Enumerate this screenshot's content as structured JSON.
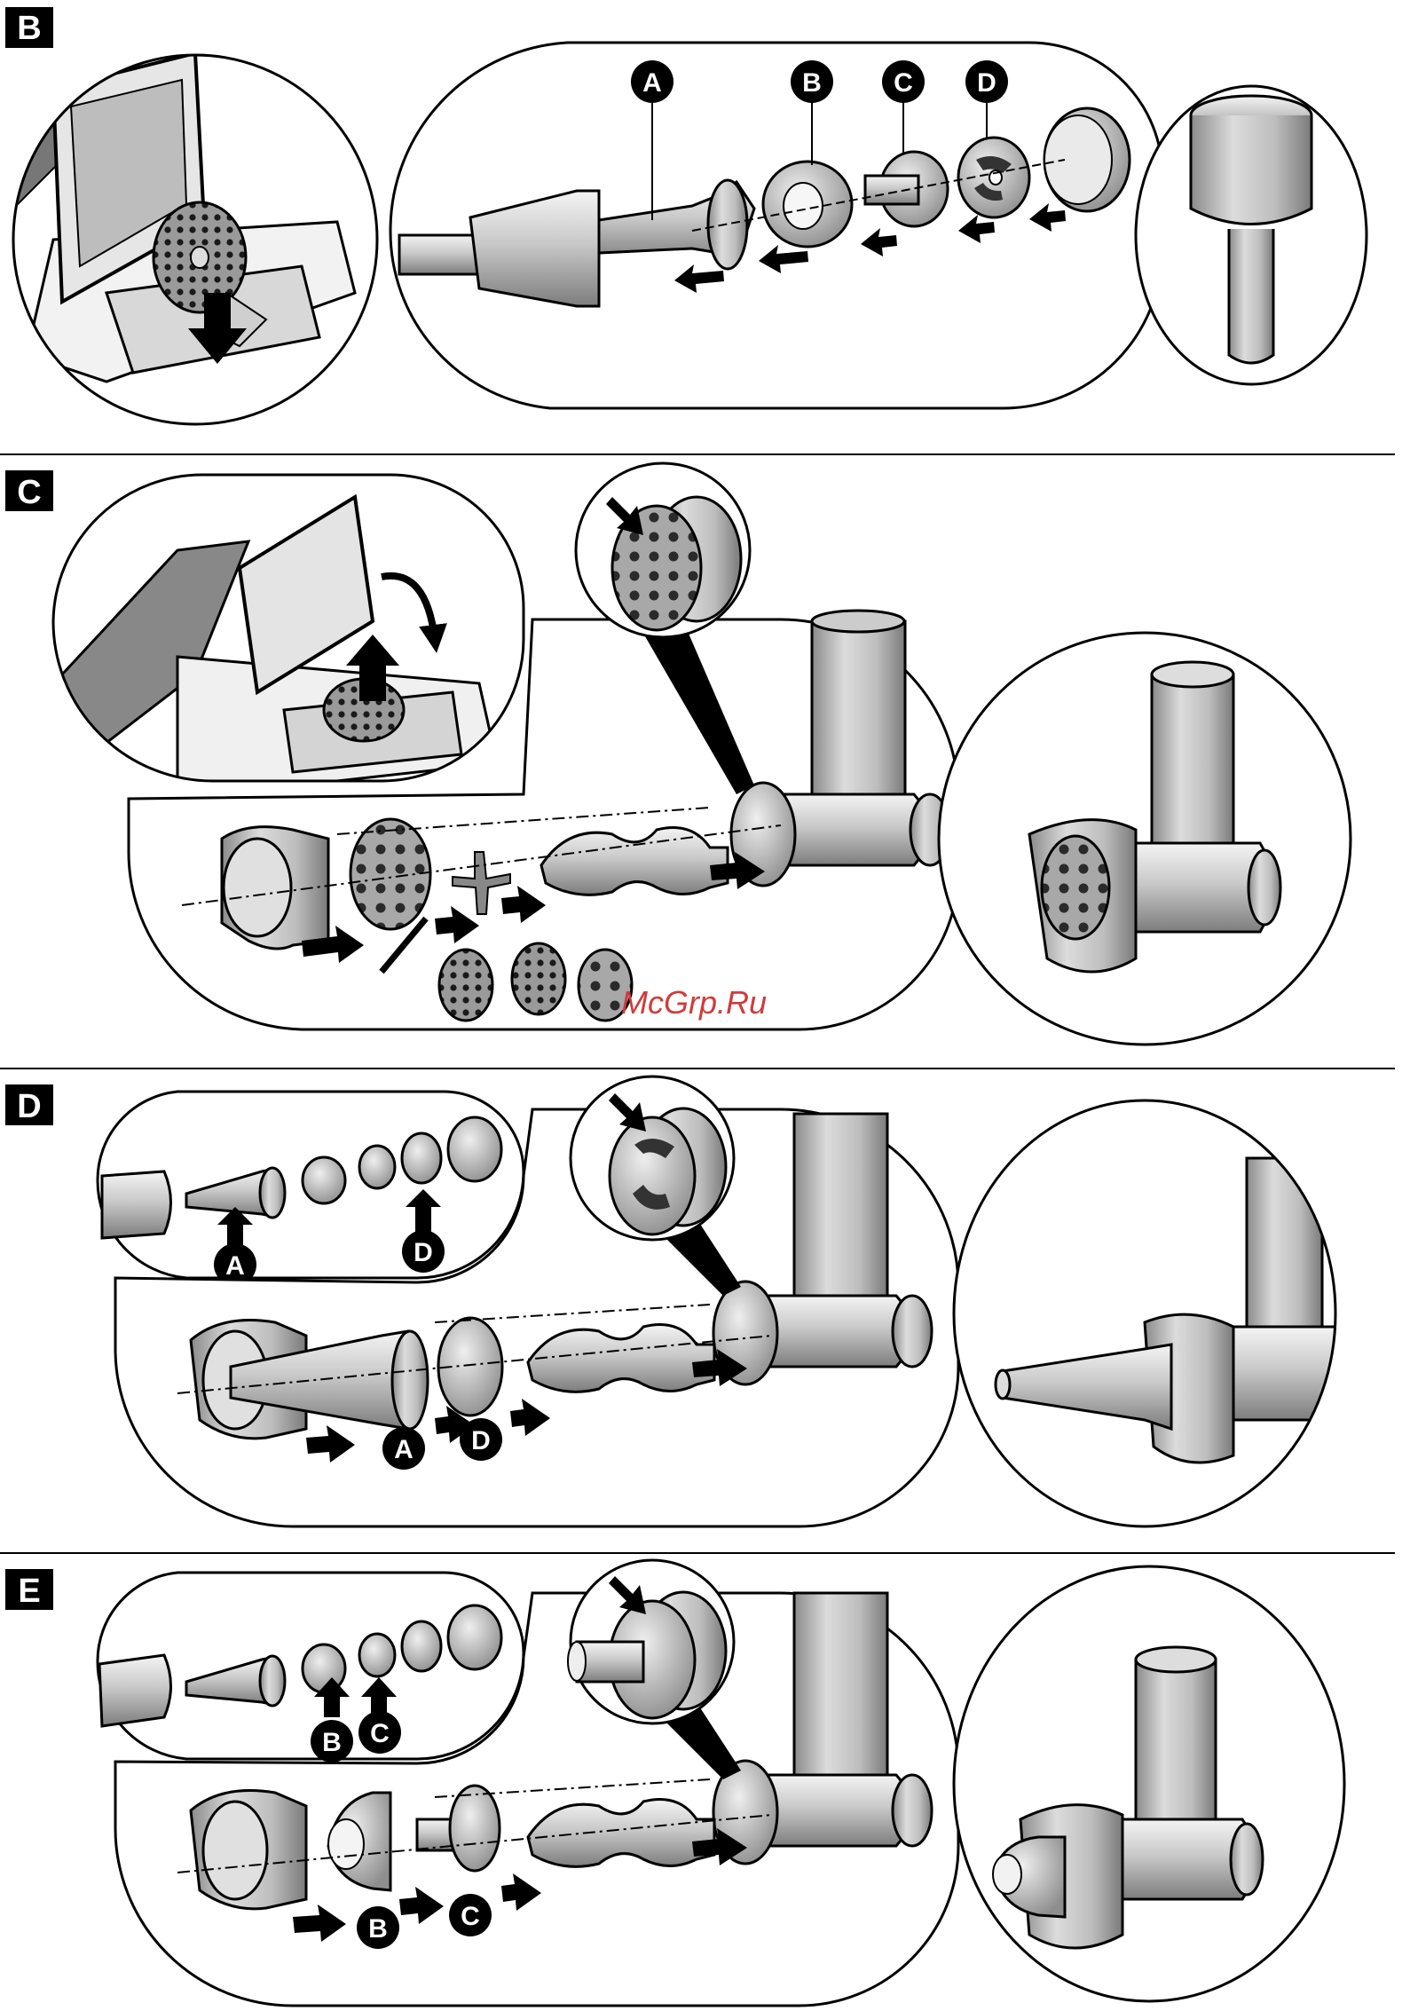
{
  "sections": [
    {
      "letter": "B"
    },
    {
      "letter": "C"
    },
    {
      "letter": "D"
    },
    {
      "letter": "E"
    }
  ],
  "callouts": {
    "b_top": [
      "A",
      "B",
      "C",
      "D"
    ],
    "d_inset": [
      "A",
      "D"
    ],
    "d_main": [
      "A",
      "D"
    ],
    "e_inset": [
      "B",
      "C"
    ],
    "e_main": [
      "B",
      "C"
    ]
  },
  "watermark": "McGrp.Ru",
  "colors": {
    "ink": "#000000",
    "metal_light": "#e8e8e8",
    "metal_mid": "#b4b4b4",
    "metal_dark": "#7a7a7a",
    "watermark": "#d23a3a"
  }
}
